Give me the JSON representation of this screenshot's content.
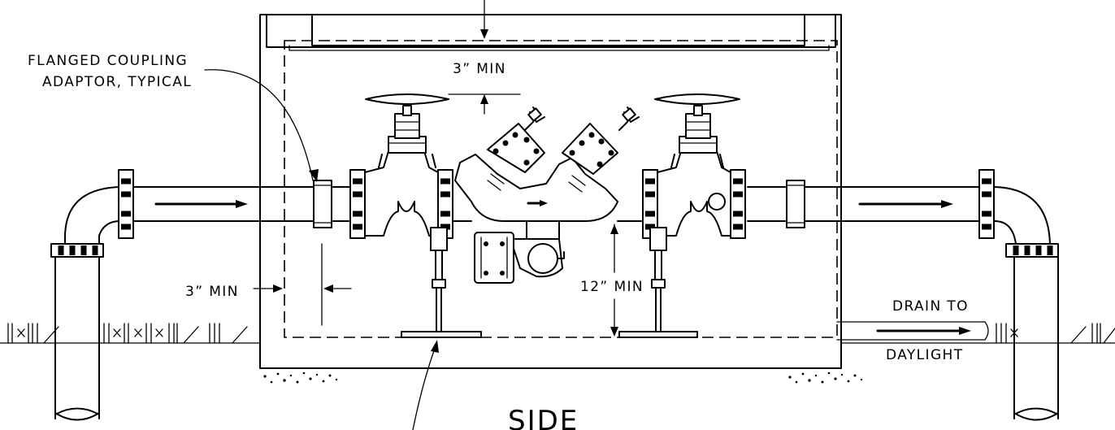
{
  "labels": {
    "coupling_line1": "FLANGED COUPLING",
    "coupling_line2": "ADAPTOR, TYPICAL",
    "top_clearance": "3” MIN",
    "side_clearance": "3” MIN",
    "floor_clearance": "12” MIN",
    "drain_line1": "DRAIN TO",
    "drain_line2": "DAYLIGHT",
    "view_title": "SIDE"
  }
}
